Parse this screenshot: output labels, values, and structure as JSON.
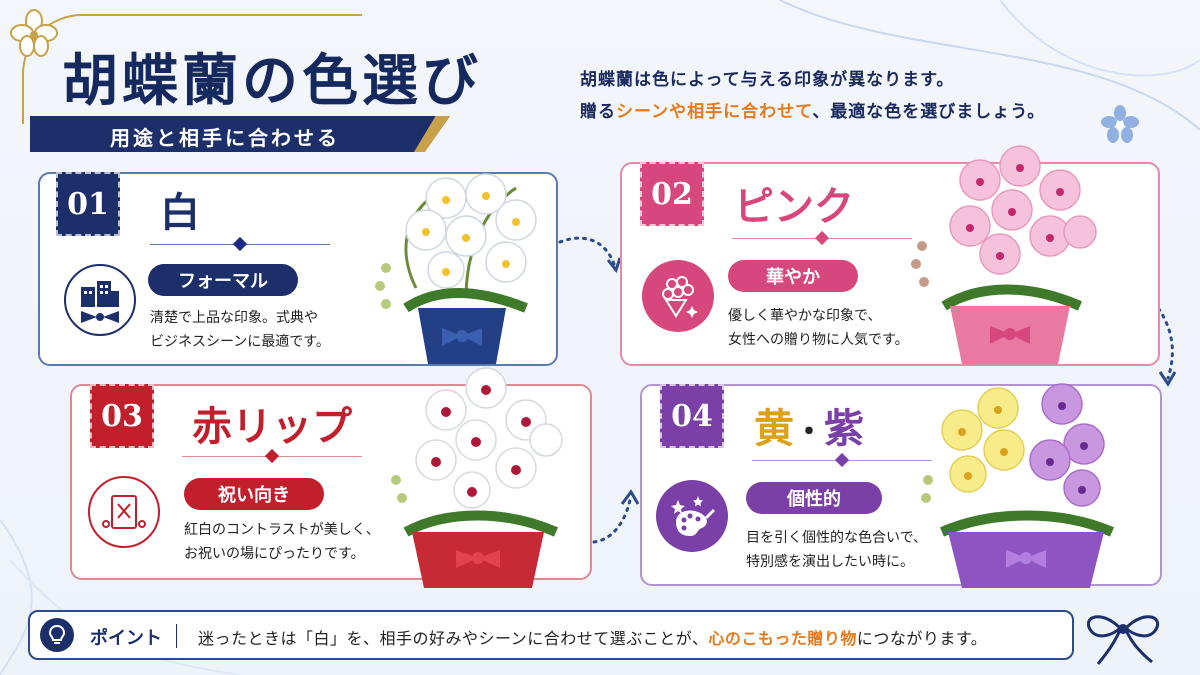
{
  "header": {
    "title": "胡蝶蘭の色選び",
    "subtitle": "用途と相手に合わせる",
    "intro_line1": "胡蝶蘭は色によって与える印象が異なります。",
    "intro_line2_pre": "贈る",
    "intro_line2_hl": "シーンや相手に合わせて",
    "intro_line2_post": "、最適な色を選びましょう。"
  },
  "cards": [
    {
      "number": "01",
      "heading": "白",
      "tag": "フォーマル",
      "desc_line1": "清楚で上品な印象。式典や",
      "desc_line2": "ビジネスシーンに最適です。",
      "icon": "building-ribbon-icon",
      "color": "#1c2f6b",
      "pot_color": "#233f86"
    },
    {
      "number": "02",
      "heading": "ピンク",
      "tag": "華やか",
      "desc_line1": "優しく華やかな印象で、",
      "desc_line2": "女性への贈り物に人気です。",
      "icon": "bouquet-icon",
      "color": "#d6487d",
      "pot_color": "#e87aa2"
    },
    {
      "number": "03",
      "heading": "赤リップ",
      "tag": "祝い向き",
      "desc_line1": "紅白のコントラストが美しく、",
      "desc_line2": "お祝いの場にぴったりです。",
      "icon": "celebration-icon",
      "color": "#c21f2d",
      "pot_color": "#c62a35"
    },
    {
      "number": "04",
      "heading_a": "黄",
      "heading_dot": "・",
      "heading_b": "紫",
      "tag": "個性的",
      "desc_line1": "目を引く個性的な色合いで、",
      "desc_line2": "特別感を演出したい時に。",
      "icon": "palette-icon",
      "color": "#7b3fa8",
      "heading_a_color": "#d9a21a",
      "pot_color": "#8e55c2"
    }
  ],
  "footer": {
    "label": "ポイント",
    "text_pre": "迷ったときは「白」を、相手の好みやシーンに合わせて選ぶことが、",
    "text_hl": "心のこもった贈り物",
    "text_post": "につながります。",
    "icon": "lightbulb-icon"
  }
}
